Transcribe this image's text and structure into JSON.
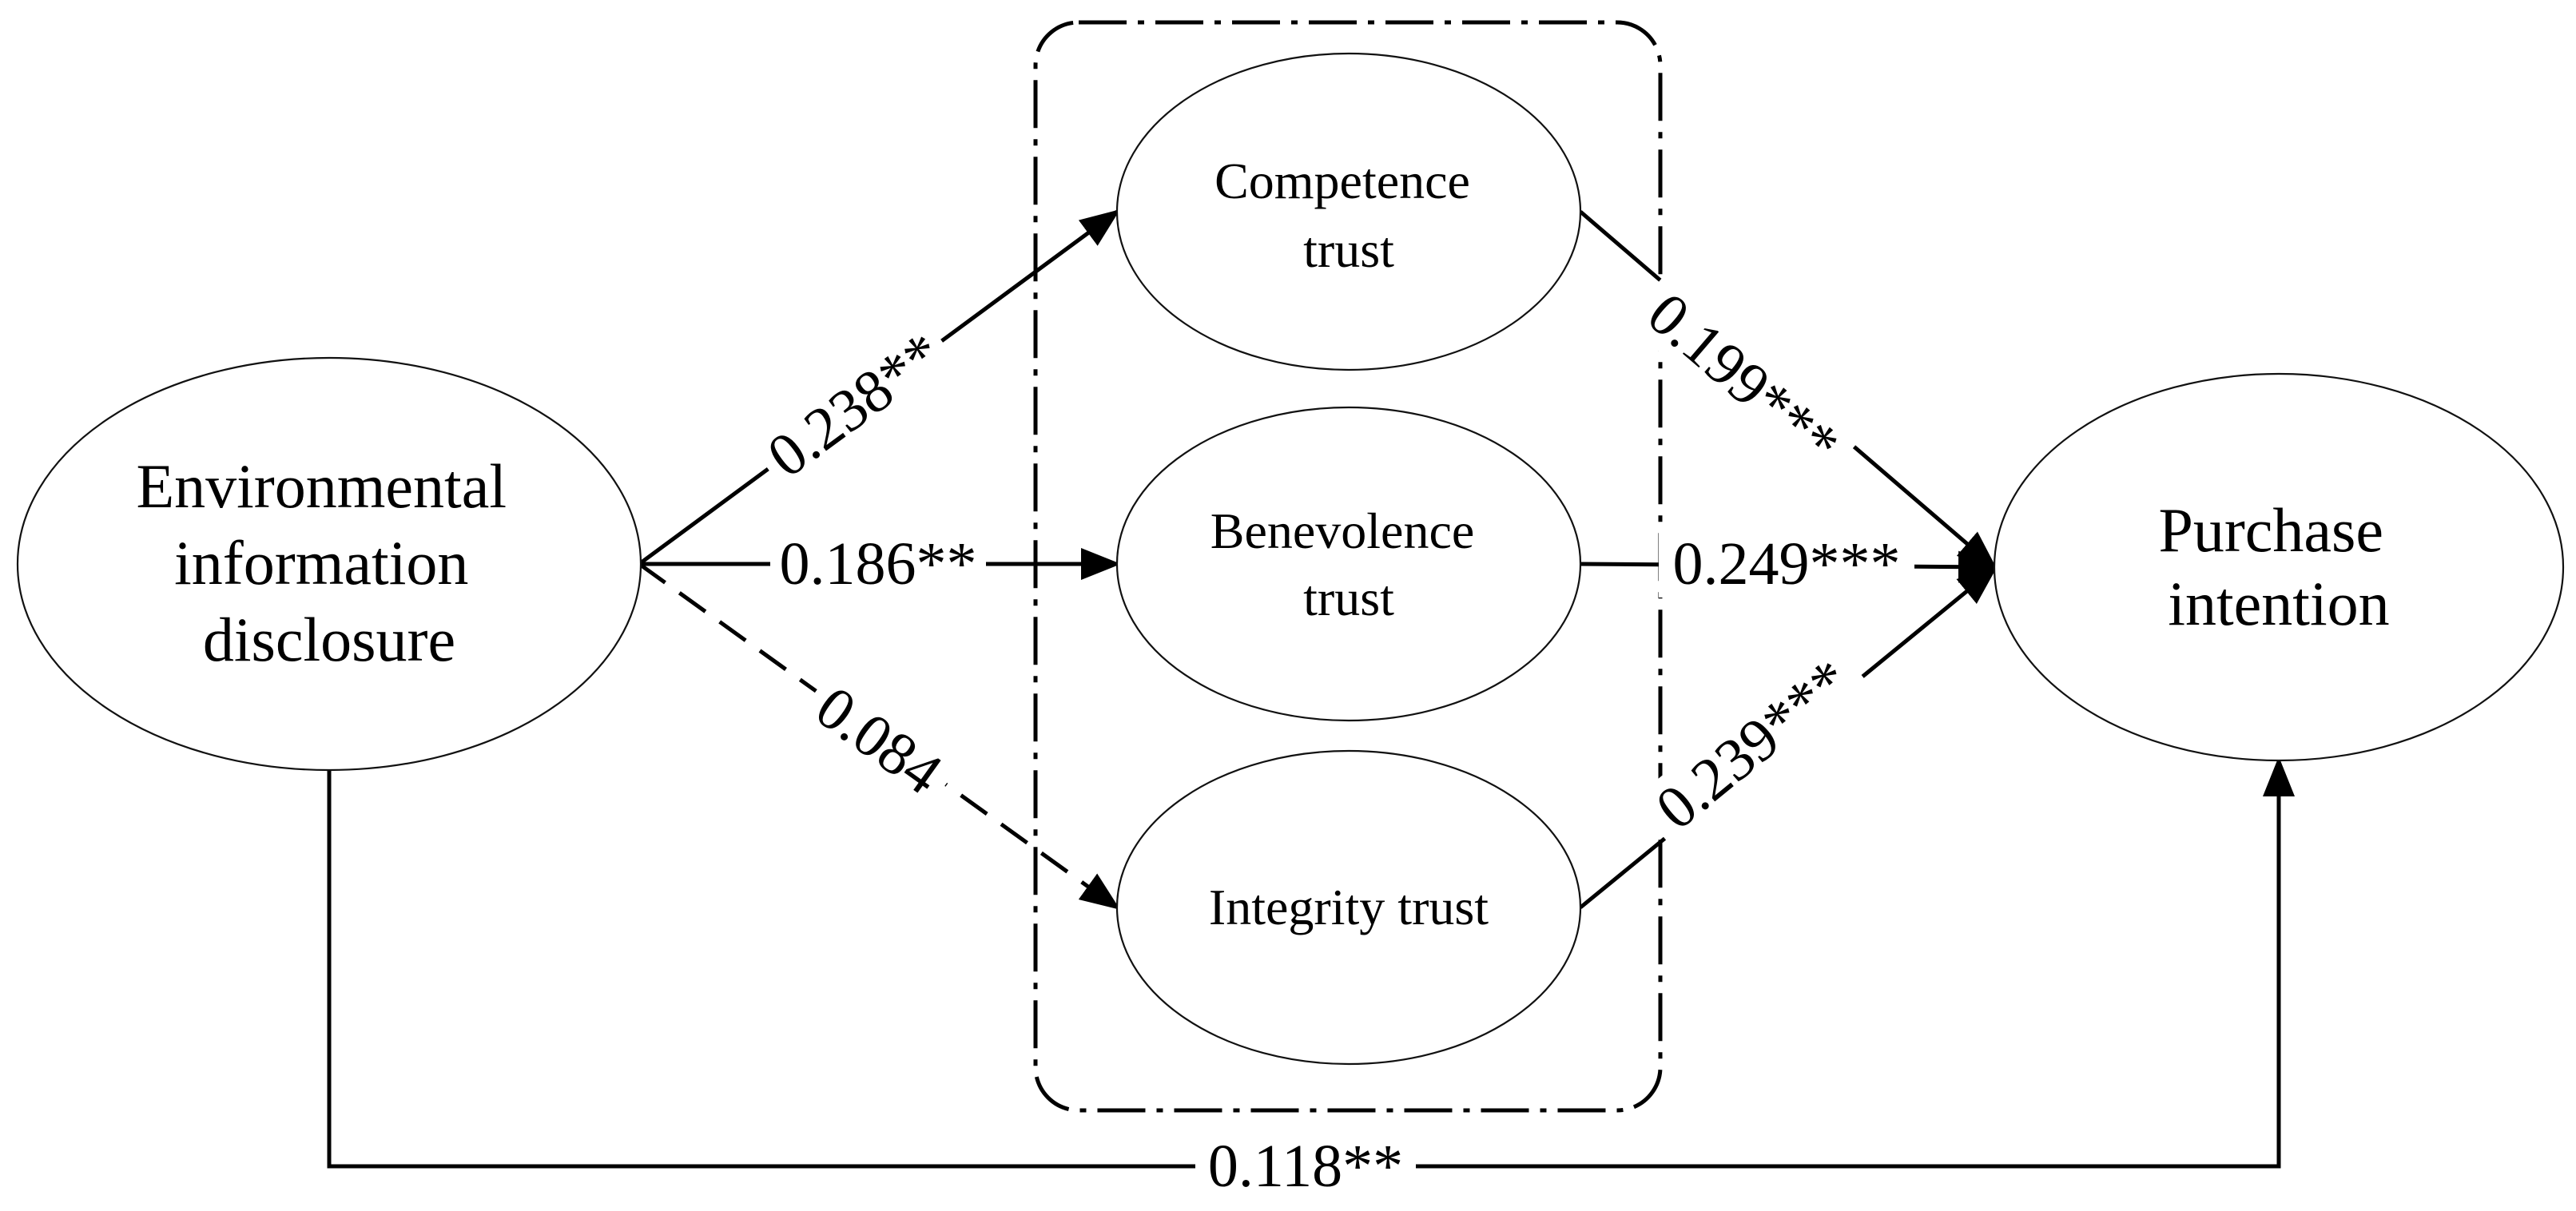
{
  "nodes": {
    "eid": {
      "lines": [
        "Environmental",
        "information",
        "disclosure"
      ]
    },
    "competence": {
      "lines": [
        "Competence",
        "trust"
      ]
    },
    "benevolence": {
      "lines": [
        "Benevolence",
        "trust"
      ]
    },
    "integrity": {
      "lines": [
        "Integrity trust"
      ]
    },
    "purchase": {
      "lines": [
        "Purchase",
        "intention"
      ]
    }
  },
  "edges": {
    "eid_competence": {
      "label": "0.238**",
      "style": "solid"
    },
    "eid_benevolence": {
      "label": "0.186**",
      "style": "solid"
    },
    "eid_integrity": {
      "label": "0.084",
      "style": "dashed"
    },
    "competence_purchase": {
      "label": "0.199***",
      "style": "solid"
    },
    "benevolence_purchase": {
      "label": "0.249***",
      "style": "solid"
    },
    "integrity_purchase": {
      "label": "0.239***",
      "style": "solid"
    },
    "eid_purchase": {
      "label": "0.118**",
      "style": "solid"
    }
  },
  "mediator_group": {
    "border": "dash-dot"
  },
  "colors": {
    "stroke": "#000000",
    "background": "#ffffff"
  }
}
